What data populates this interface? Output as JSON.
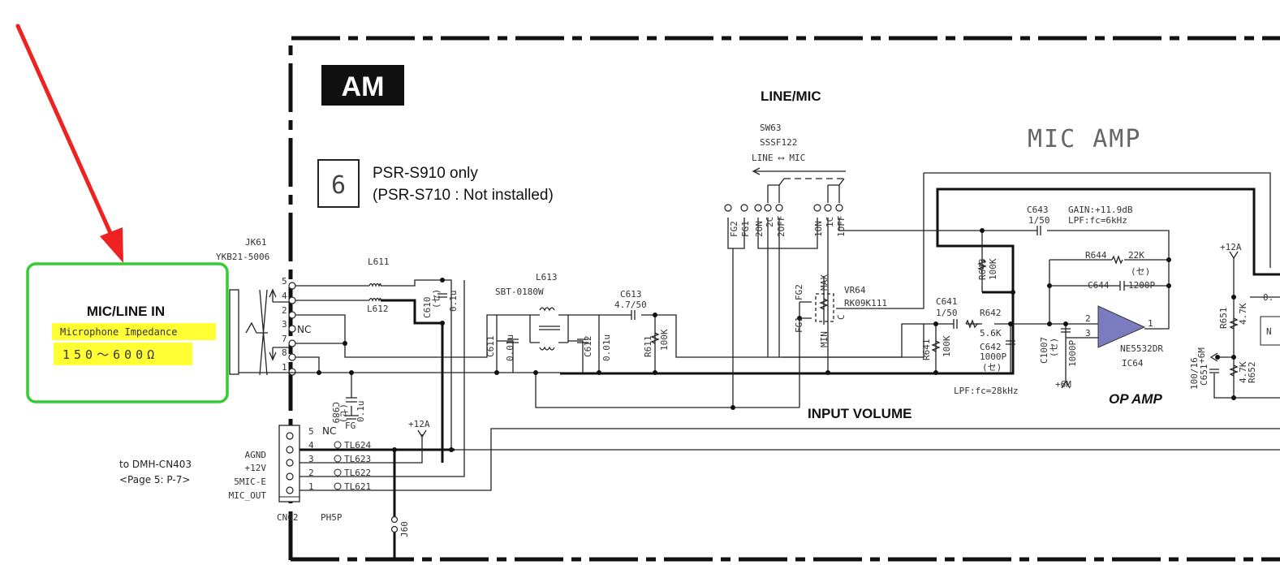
{
  "annotation": {
    "title": "MIC/LINE IN",
    "impedance_label": "Microphone Impedance",
    "impedance_value": "150〜600Ω",
    "arrow_color": "#ee2222",
    "box_color": "#33cc33",
    "highlight_color": "#ffff33"
  },
  "header": {
    "section_badge": "AM",
    "switch_title": "LINE/MIC",
    "block_title": "MIC AMP"
  },
  "note": {
    "number": "6",
    "line1": "PSR-S910 only",
    "line2": "(PSR-S710 : Not installed)"
  },
  "jack": {
    "ref": "JK61",
    "part": "YKB21-5006",
    "pins": [
      "5",
      "4",
      "2",
      "3",
      "7",
      "8",
      "1"
    ],
    "nc": "NC"
  },
  "components": {
    "L611": "L611",
    "L612": "L612",
    "L613": "L613",
    "L613_part": "SBT-0180W",
    "C613": "C613",
    "C613_val": "4.7/50",
    "C610": "C610",
    "C610_tag": "(セ)",
    "C610_val": "0.1u",
    "C611": "C611",
    "C611_val": "0.01u",
    "C612": "C612",
    "C612_val": "0.01u",
    "R611": "R611",
    "R611_val": "100K",
    "C989": "C989",
    "C989_tag": "(セ)",
    "C989_val": "0.1u",
    "FG": "FG",
    "SW63": "SW63",
    "SW63_part": "SSSF122",
    "SW63_dir": "LINE ⟷ MIC",
    "sw_pins": [
      "FG2",
      "FG1",
      "2ON",
      "2C",
      "2OFF",
      "1ON",
      "1C",
      "1OFF"
    ],
    "VR64": "VR64",
    "VR64_part": "RK09K111",
    "VR_max": "MAX",
    "VR_min": "MIN",
    "VR_fg2": "FG2",
    "VR_fg1": "FG1",
    "VR_c": "C",
    "C643": "C643",
    "C643_val": "1/50",
    "gain": "GAIN:+11.9dB",
    "lpf6": "LPF:fc=6kHz",
    "R643": "R643",
    "R643_val": "100K",
    "R644": "R644",
    "R644_val": "22K",
    "C644_tag": "(セ)",
    "C644": "C644",
    "C644_val": "1200P",
    "C641": "C641",
    "C641_val": "1/50",
    "R642": "R642",
    "R642_val": "5.6K",
    "R641": "R641",
    "R641_val": "100K",
    "C642": "C642",
    "C642_val": "1000P",
    "C642_tag": "(セ)",
    "C1007": "C1007",
    "C1007_tag": "(セ)",
    "C1007_val": "1000P",
    "ic_pin2": "2",
    "ic_pin3": "3",
    "ic_pin1": "1",
    "IC64_part": "NE5532DR",
    "IC64": "IC64",
    "opamp_color": "#7b7bc0",
    "p6m_a": "+6M",
    "lpf28": "LPF:fc=28kHz",
    "op_amp": "OP AMP",
    "input_volume": "INPUT VOLUME",
    "p12a_right": "+12A",
    "R651": "R651",
    "R651_val": "4.7K",
    "R652": "R652",
    "R652_val": "4.7K",
    "C651": "C651",
    "C651_val": "100/16",
    "p6m_b": "+6M",
    "edge_0": "0.",
    "edge_n": "N"
  },
  "connector": {
    "ref": "CN62",
    "part": "PH5P",
    "p12a": "+12A",
    "j60": "J60",
    "dest_line1": "to DMH-CN403",
    "dest_line2": "<Page 5: P-7>",
    "pins": [
      {
        "num": "5",
        "tp": "NC",
        "signal": ""
      },
      {
        "num": "4",
        "tp": "TL624",
        "signal": "AGND"
      },
      {
        "num": "3",
        "tp": "TL623",
        "signal": "+12V"
      },
      {
        "num": "2",
        "tp": "TL622",
        "signal": "5MIC-E"
      },
      {
        "num": "1",
        "tp": "TL621",
        "signal": "MIC_OUT"
      }
    ]
  }
}
